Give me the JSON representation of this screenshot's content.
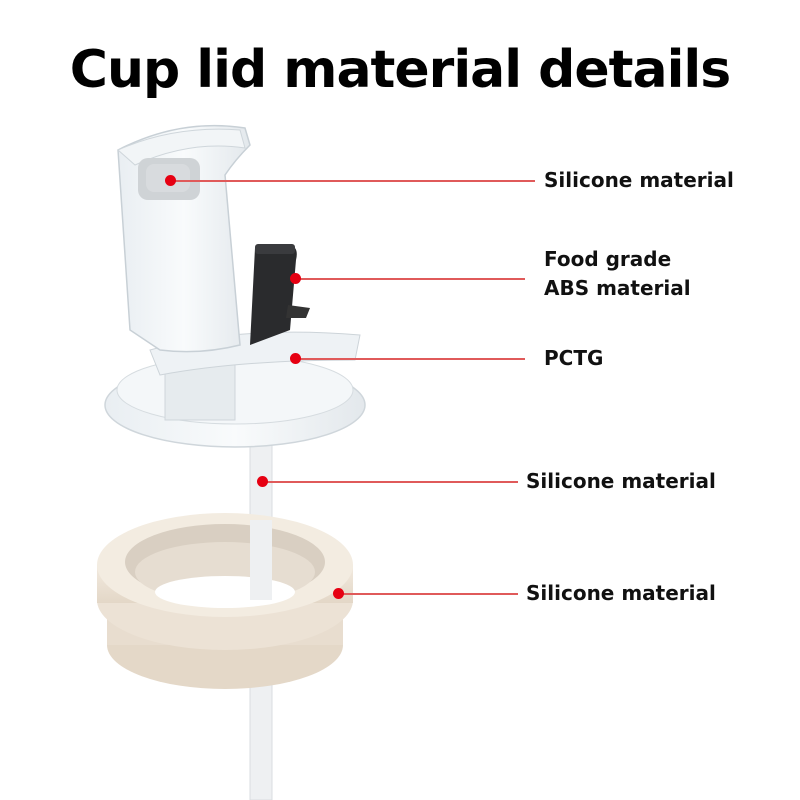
{
  "title": "Cup lid material details",
  "colors": {
    "accent_dot": "#e60012",
    "leader_line": "#e05a5a",
    "ring": "#ede3d6",
    "text": "#111111"
  },
  "callouts": [
    {
      "id": "flip-cover-pad",
      "lines": [
        "Silicone material"
      ]
    },
    {
      "id": "straw-spout",
      "lines": [
        "Food grade",
        "ABS material"
      ]
    },
    {
      "id": "lid-body",
      "lines": [
        "PCTG"
      ]
    },
    {
      "id": "straw",
      "lines": [
        "Silicone material"
      ]
    },
    {
      "id": "sealing-ring",
      "lines": [
        "Silicone material"
      ]
    }
  ]
}
